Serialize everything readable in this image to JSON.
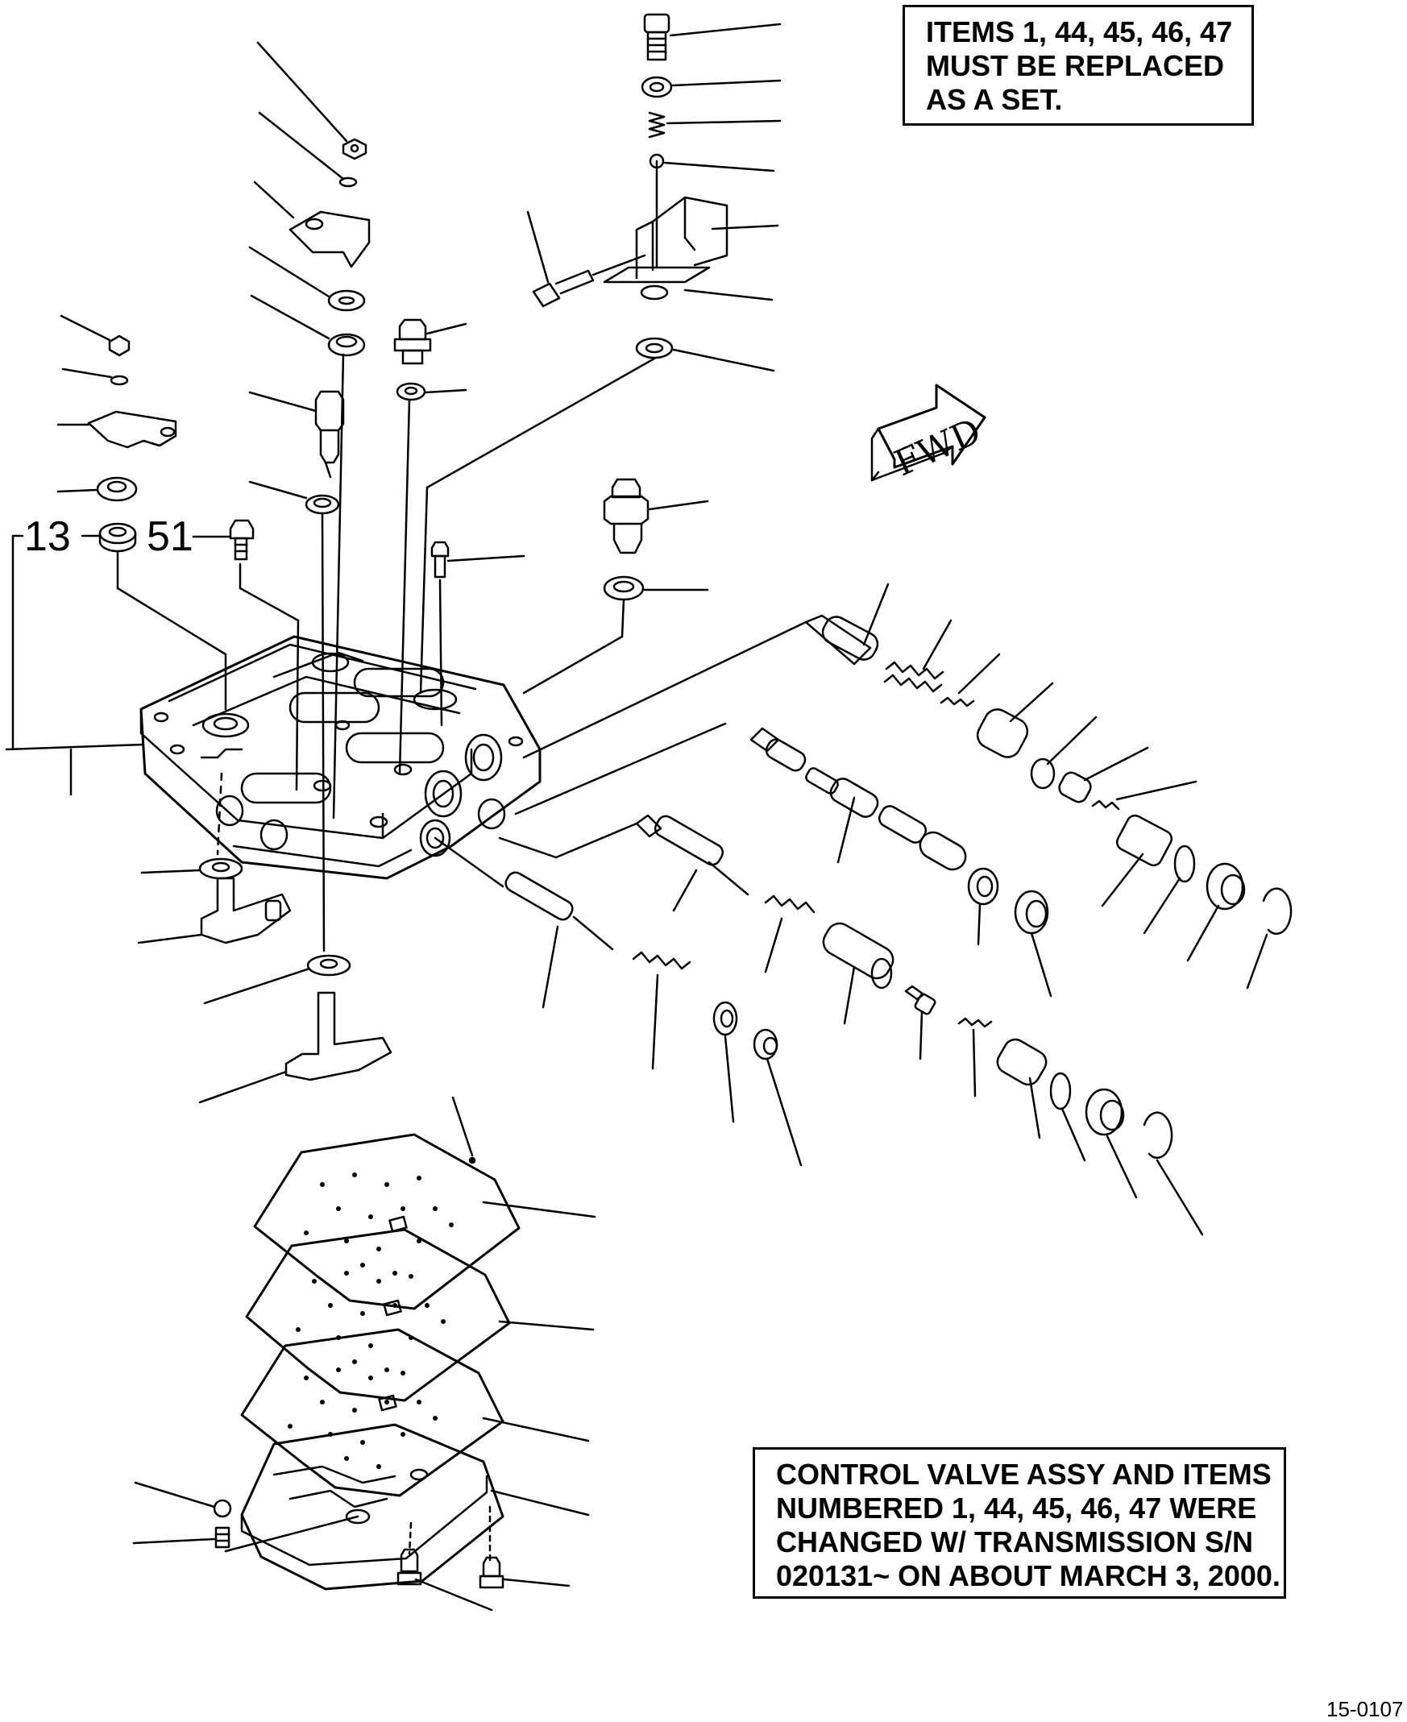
{
  "notes": {
    "top": {
      "lines": [
        "ITEMS 1, 44, 45, 46, 47",
        "MUST BE REPLACED",
        "AS A SET."
      ]
    },
    "bottom": {
      "lines": [
        "CONTROL VALVE ASSY AND ITEMS",
        "NUMBERED 1, 44, 45, 46, 47 WERE",
        "CHANGED W/ TRANSMISSION S/N",
        "020131~ ON ABOUT MARCH 3, 2000."
      ]
    }
  },
  "callouts": {
    "item_13": "13",
    "item_51": "51"
  },
  "direction_arrow": {
    "label": "FWD"
  },
  "drawing_number": "15-0107"
}
